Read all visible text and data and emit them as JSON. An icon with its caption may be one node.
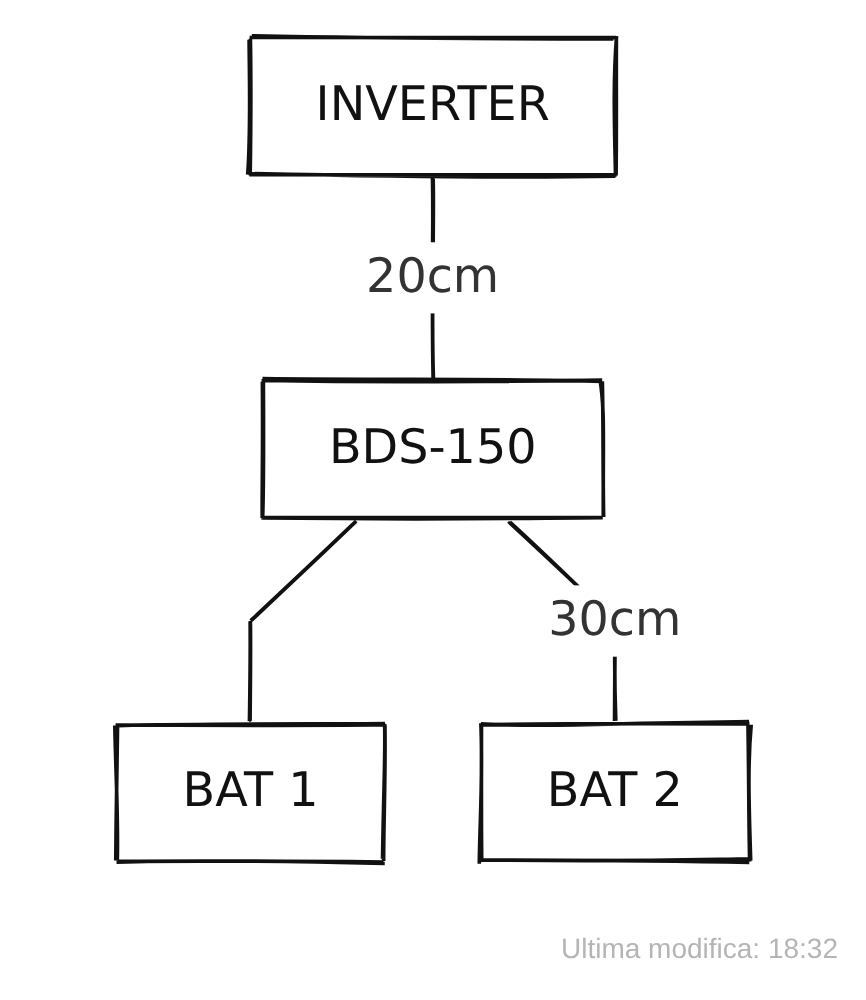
{
  "diagram": {
    "nodes": [
      {
        "text": [
          "INVERTER"
        ]
      },
      {
        "text": [
          "BDS-150"
        ]
      },
      {
        "text": [
          "BAT 1"
        ]
      },
      {
        "text": [
          "BAT 2"
        ]
      }
    ],
    "edges": [
      {
        "from": 0,
        "to": 1,
        "arrow": "none",
        "label": "20cm"
      },
      {
        "from": 1,
        "to": 2,
        "arrow": "none"
      },
      {
        "from": 1,
        "to": 3,
        "arrow": "none",
        "label": "30cm"
      }
    ],
    "labels": [
      "Ultima modifica: 18:32"
    ]
  }
}
